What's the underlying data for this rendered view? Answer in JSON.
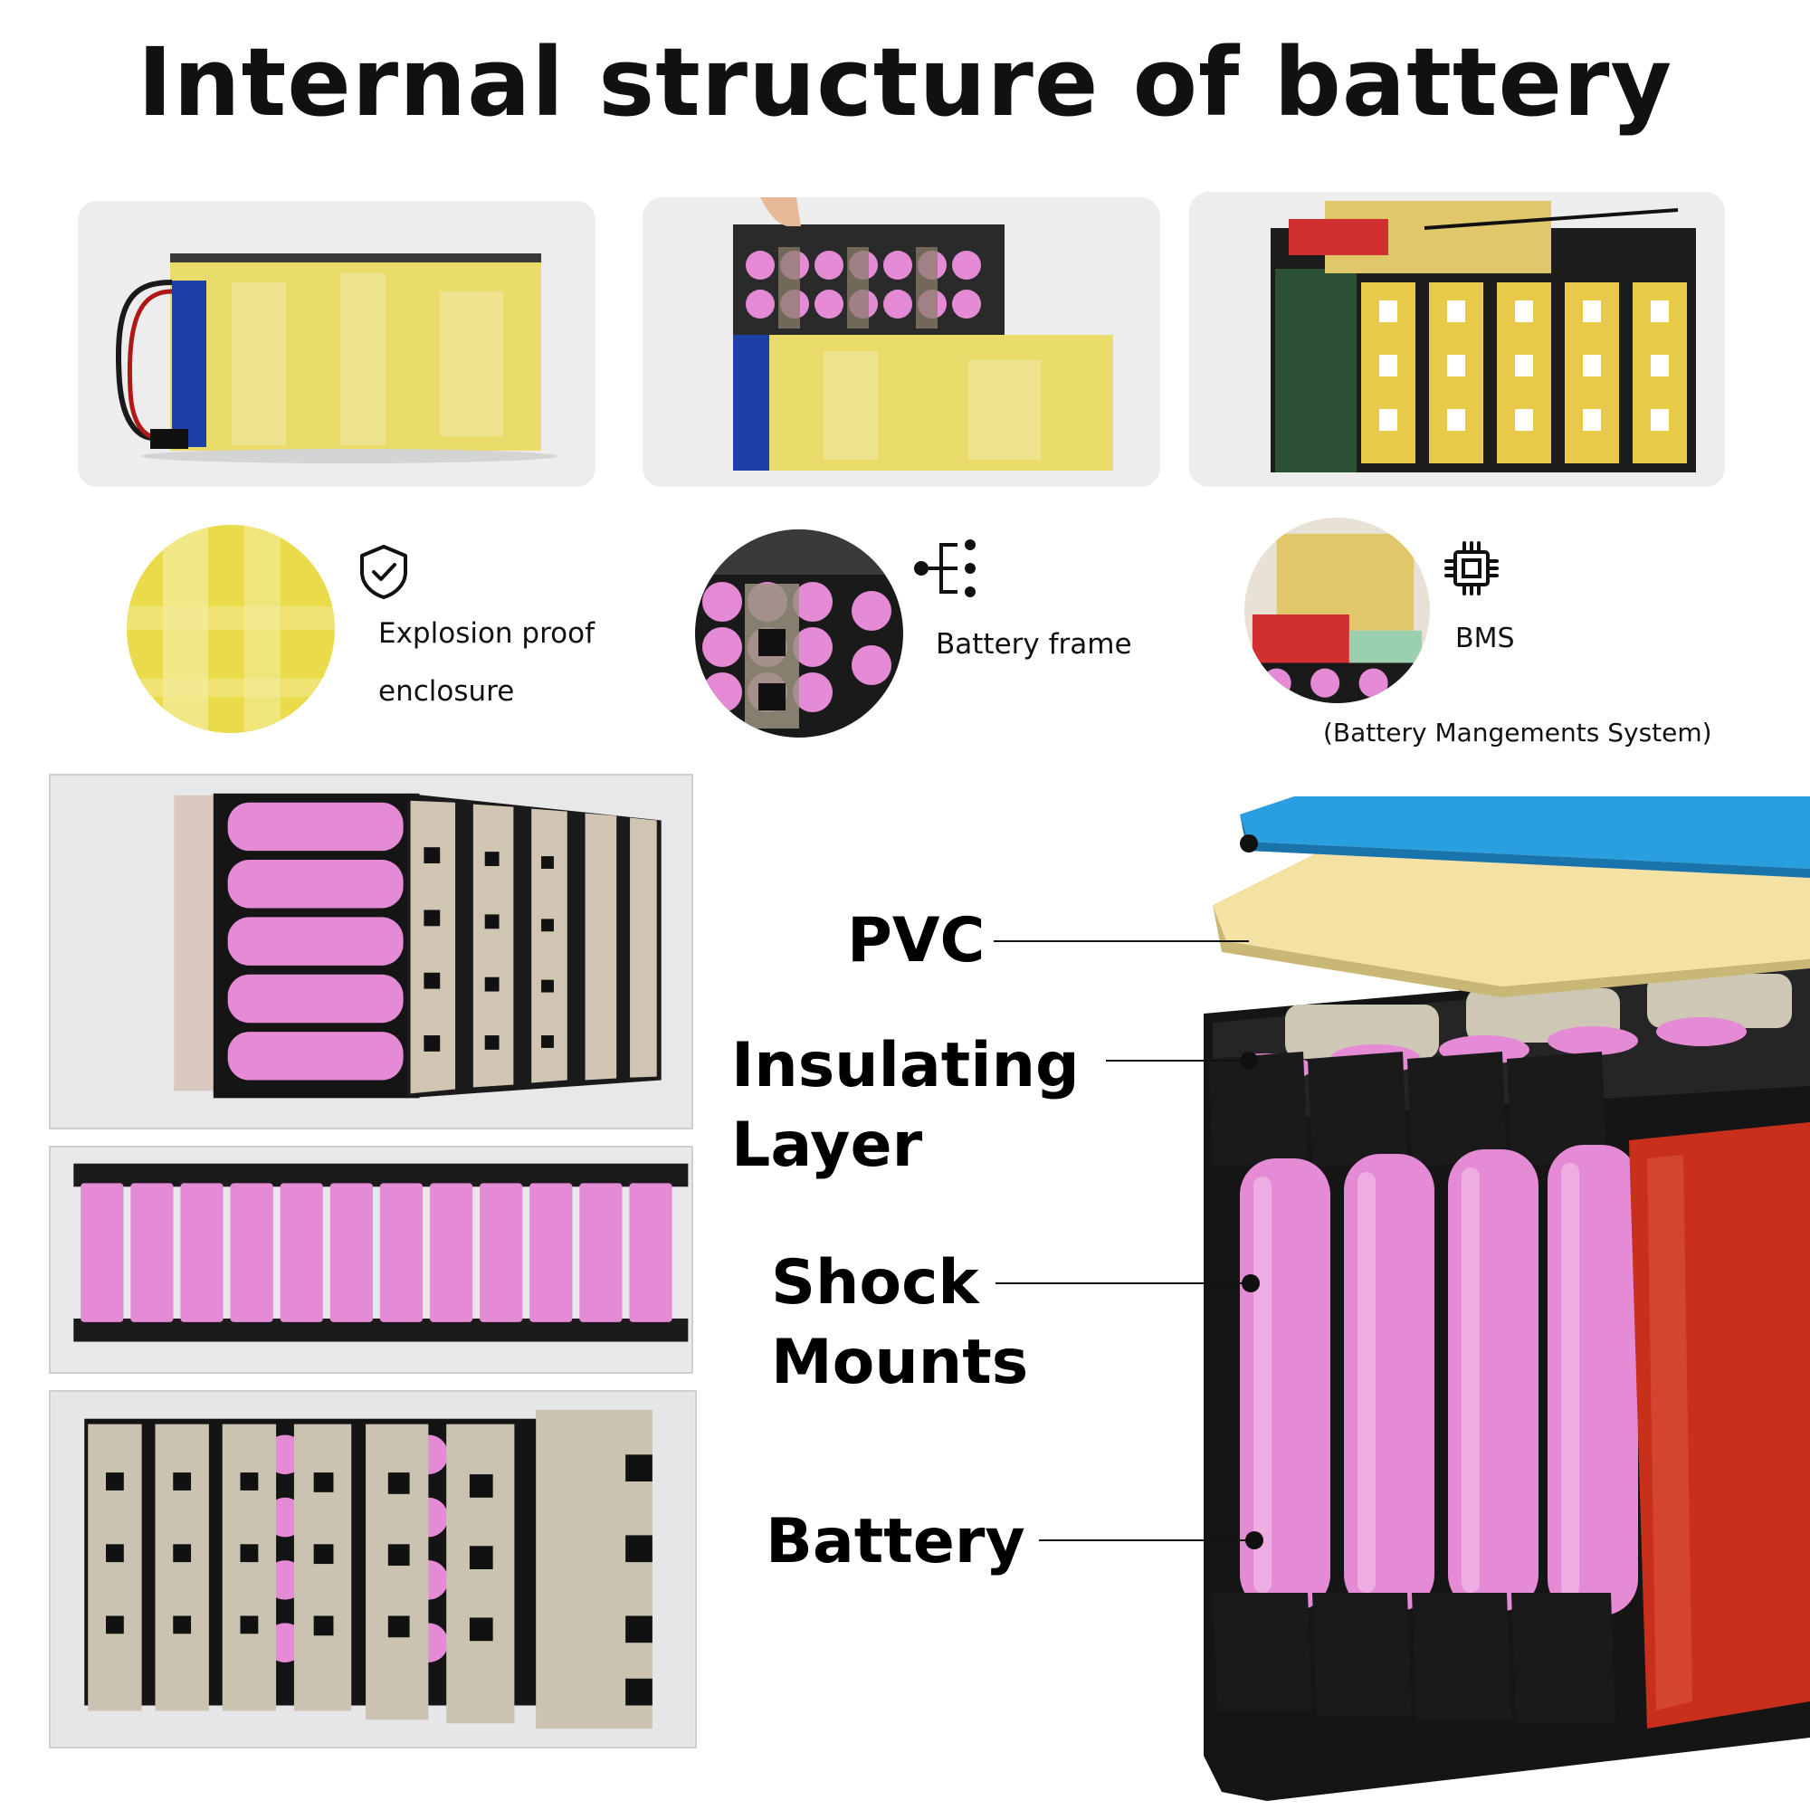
{
  "title": "Internal structure of battery",
  "features": [
    {
      "label_line1": "Explosion proof",
      "label_line2": "enclosure",
      "icon": "shield-check-icon"
    },
    {
      "label": "Battery frame",
      "icon": "frame-structure-icon"
    },
    {
      "label": "BMS",
      "sublabel": "(Battery Mangements System)",
      "icon": "chip-icon"
    }
  ],
  "layers": [
    {
      "line1": "PVC",
      "line2": ""
    },
    {
      "line1": "Insulating",
      "line2": "Layer"
    },
    {
      "line1": "Shock",
      "line2": "Mounts"
    },
    {
      "line1": "Battery",
      "line2": ""
    }
  ],
  "colors": {
    "pvc": "#2a9fe0",
    "insulating": "#f3e2a4",
    "cell_pink": "#e58bd6",
    "frame_black": "#1a1a1a",
    "wrap_yellow": "#ecd85a",
    "wrap_red": "#c8301b"
  }
}
